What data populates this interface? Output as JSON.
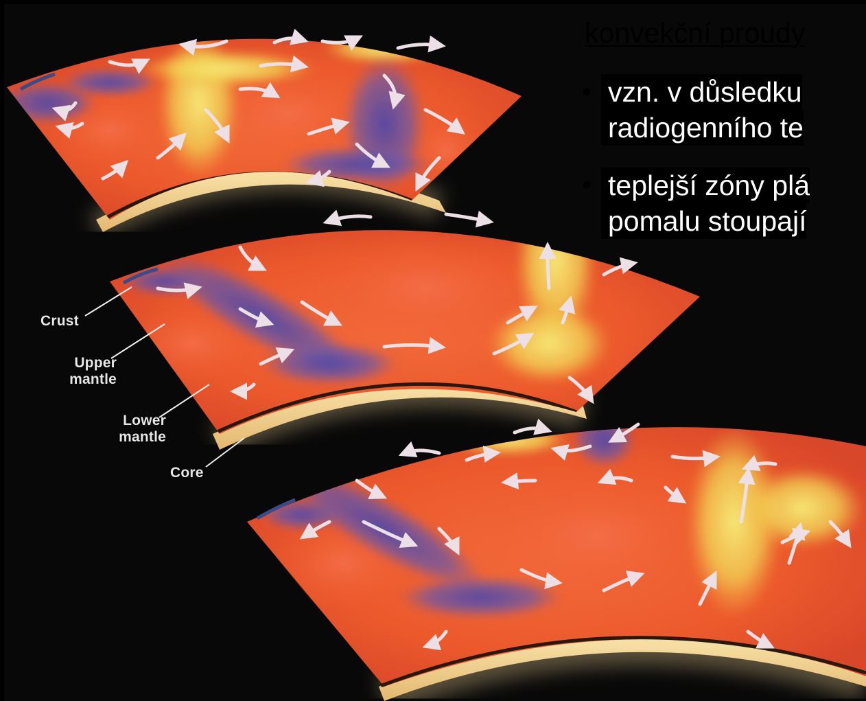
{
  "slide": {
    "title": "konvekční proudy",
    "bullets": [
      {
        "lines": [
          "vzn. v důsledku",
          "radiogenního te"
        ]
      },
      {
        "lines": [
          "teplejší zóny plá",
          "pomalu stoupají"
        ]
      }
    ]
  },
  "figure": {
    "callouts": {
      "crust": "Crust",
      "upper_mantle_line1": "Upper",
      "upper_mantle_line2": "mantle",
      "lower_mantle_line1": "Lower",
      "lower_mantle_line2": "mantle",
      "core": "Core"
    },
    "panel_count": 3,
    "colors": {
      "background": "#080808",
      "mantle": "#ee5a2e",
      "hot_upwelling": "#f2e05a",
      "cold_downwelling": "#5a4fa6",
      "core": "#f5d79a",
      "crust": "#3a4a8a",
      "arrows": "#e9d6dc"
    }
  }
}
